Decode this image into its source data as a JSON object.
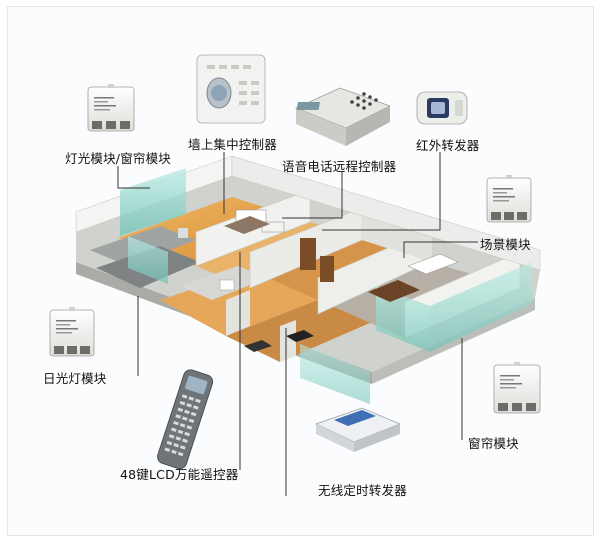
{
  "labels": {
    "light_curtain_module": "灯光模块/窗帘模块",
    "wall_controller": "墙上集中控制器",
    "voice_phone_controller": "语音电话远程控制器",
    "ir_repeater": "红外转发器",
    "scene_module": "场景模块",
    "fluorescent_module": "日光灯模块",
    "curtain_module": "窗帘模块",
    "lcd_remote": "48键LCD万能遥控器",
    "wireless_timer_repeater": "无线定时转发器"
  },
  "colors": {
    "callout_line": "#333333",
    "floor_wood": "#e2a24e",
    "wall": "#f1f1ef",
    "glass": "#8fd6cc",
    "device_body": "#f4f5f2"
  }
}
